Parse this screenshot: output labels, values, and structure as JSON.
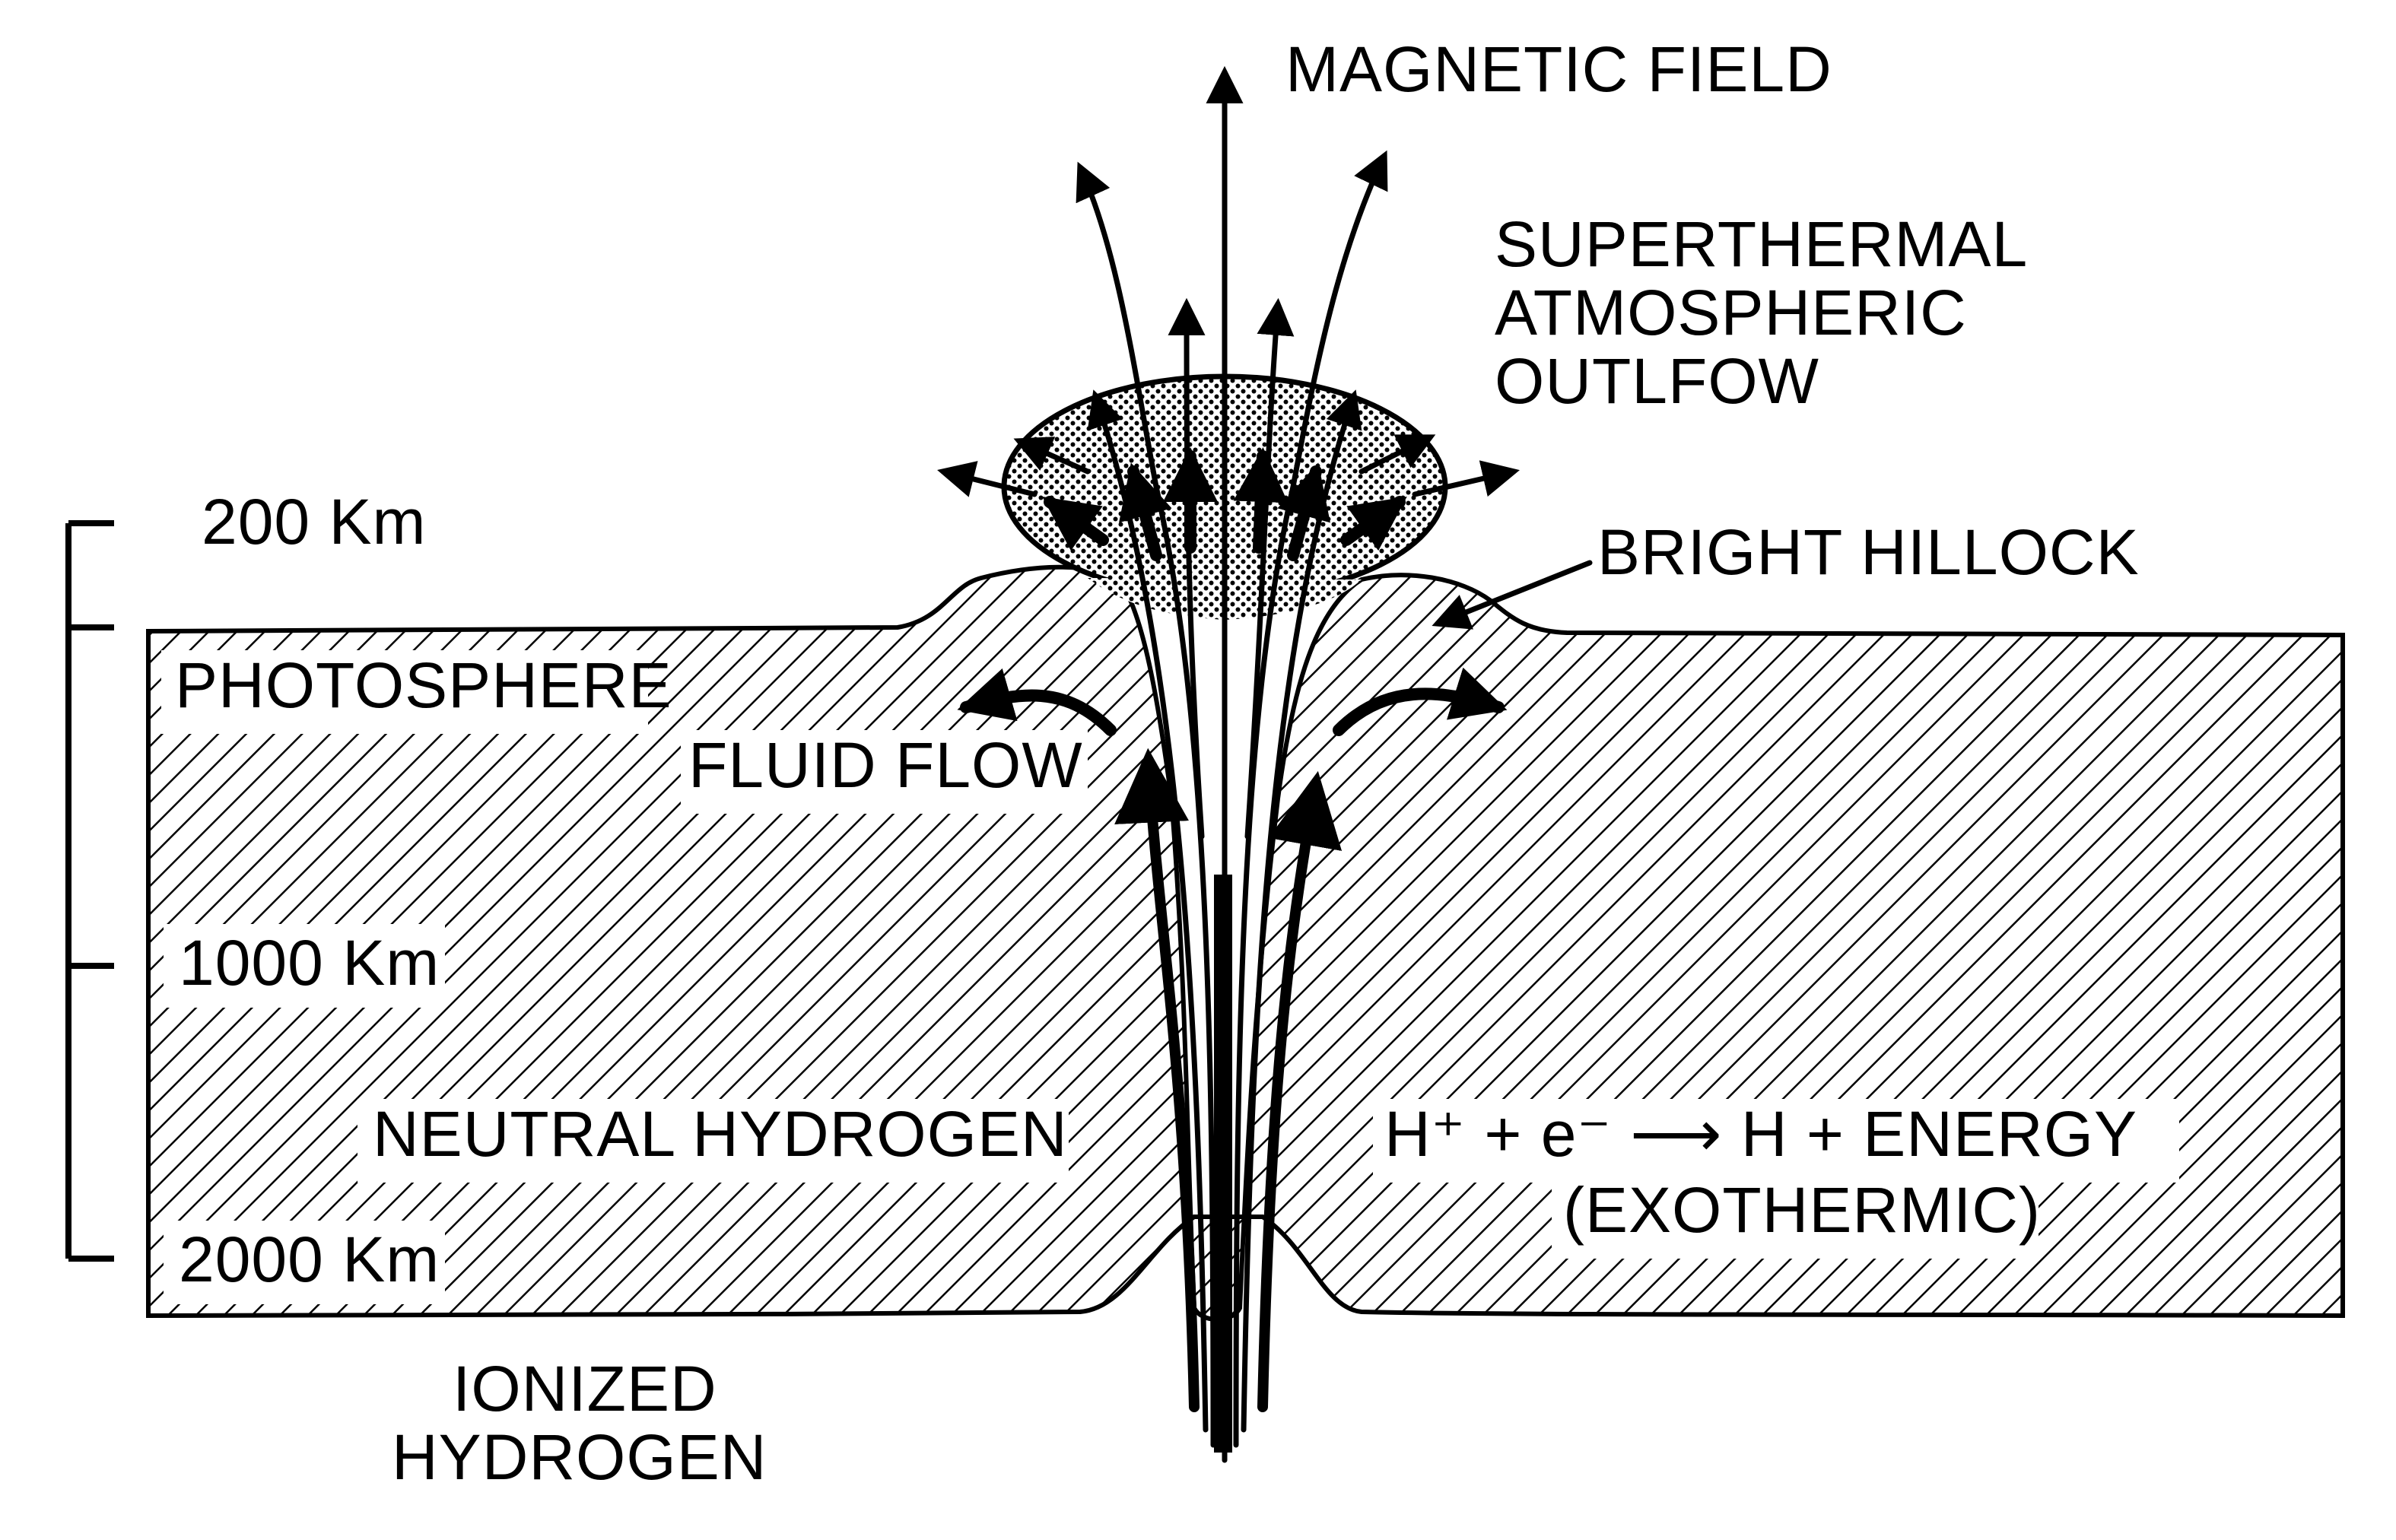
{
  "labels": {
    "magnetic_field": "MAGNETIC FIELD",
    "outflow_line1": "SUPERTHERMAL",
    "outflow_line2": "ATMOSPHERIC",
    "outflow_line3": "OUTLFOW",
    "bright_hillock": "BRIGHT HILLOCK",
    "photosphere": "PHOTOSPHERE",
    "fluid_flow": "FLUID FLOW",
    "neutral_hydrogen": "NEUTRAL HYDROGEN",
    "reaction": "H⁺ + e⁻ ⟶ H + ENERGY",
    "exothermic": "(EXOTHERMIC)",
    "ionized_line1": "IONIZED",
    "ionized_line2": "HYDROGEN"
  },
  "scale": {
    "tick_200": "200 Km",
    "tick_1000": "1000 Km",
    "tick_2000": "2000 Km"
  },
  "colors": {
    "ink": "#000000",
    "paper": "#ffffff"
  }
}
